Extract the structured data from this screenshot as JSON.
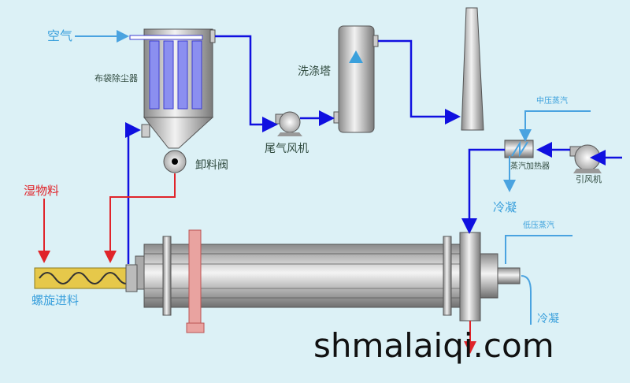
{
  "labels": {
    "air": "空气",
    "bag_filter": "布袋除尘器",
    "discharge_valve": "卸料阀",
    "exhaust_fan": "尾气风机",
    "scrubber": "洗涤塔",
    "medium_steam": "中压蒸汽",
    "steam_heater": "蒸汽加热器",
    "induced_fan": "引风机",
    "condensate_1": "冷凝",
    "low_steam": "低压蒸汽",
    "condensate_2": "冷凝",
    "wet_material": "湿物料",
    "screw_feeder": "螺旋进料"
  },
  "watermark": "shmalaiqi.com",
  "colors": {
    "gas_line": "#1010e0",
    "steam_line": "#4aa3e0",
    "material_line": "#e0242a",
    "background": "#dcf1f6"
  }
}
